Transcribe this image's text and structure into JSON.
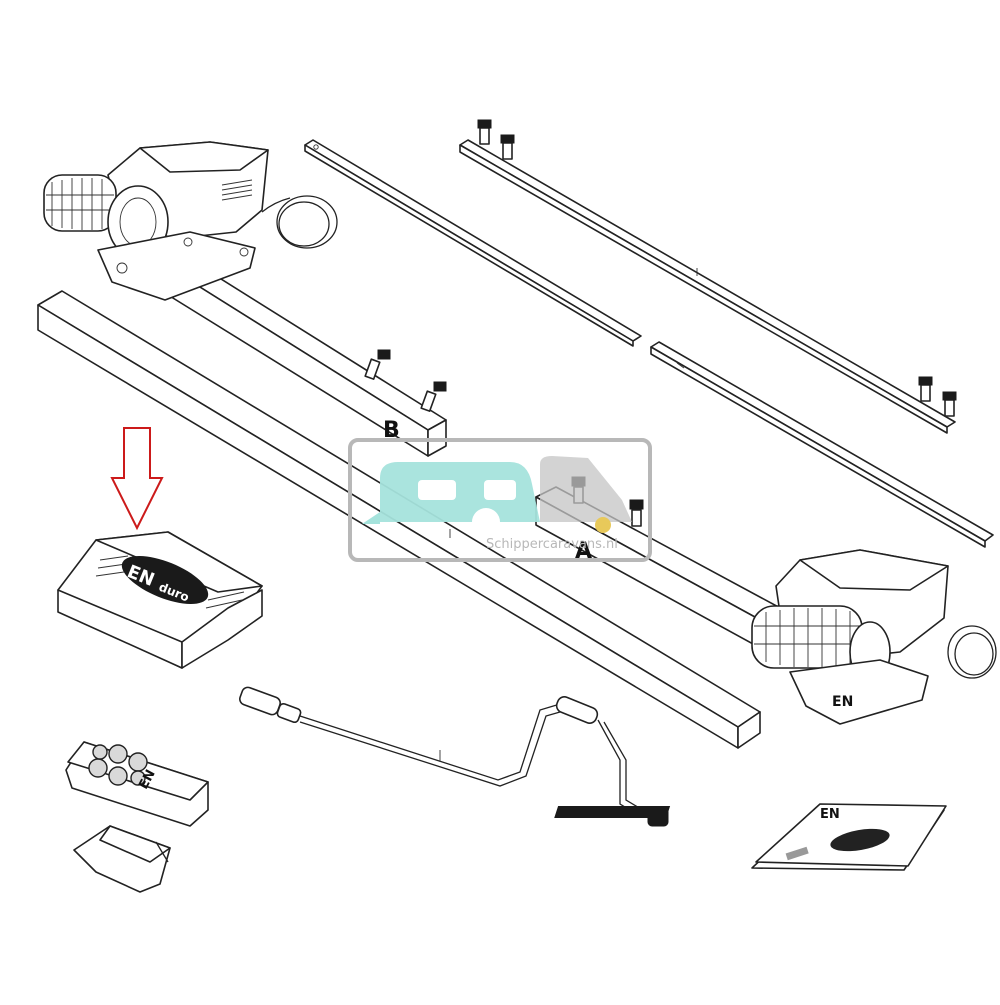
{
  "labels": {
    "part_a": "A",
    "part_b": "B",
    "brand_en": "EN",
    "brand_duro": "duro"
  },
  "watermark": {
    "text": "Schippercaravans.nl"
  },
  "colors": {
    "arrow": "#cc1a1a",
    "watermark_frame": "#b8b8b8",
    "watermark_caravan": "#a5e3dc",
    "watermark_van": "#c4c4c4"
  }
}
